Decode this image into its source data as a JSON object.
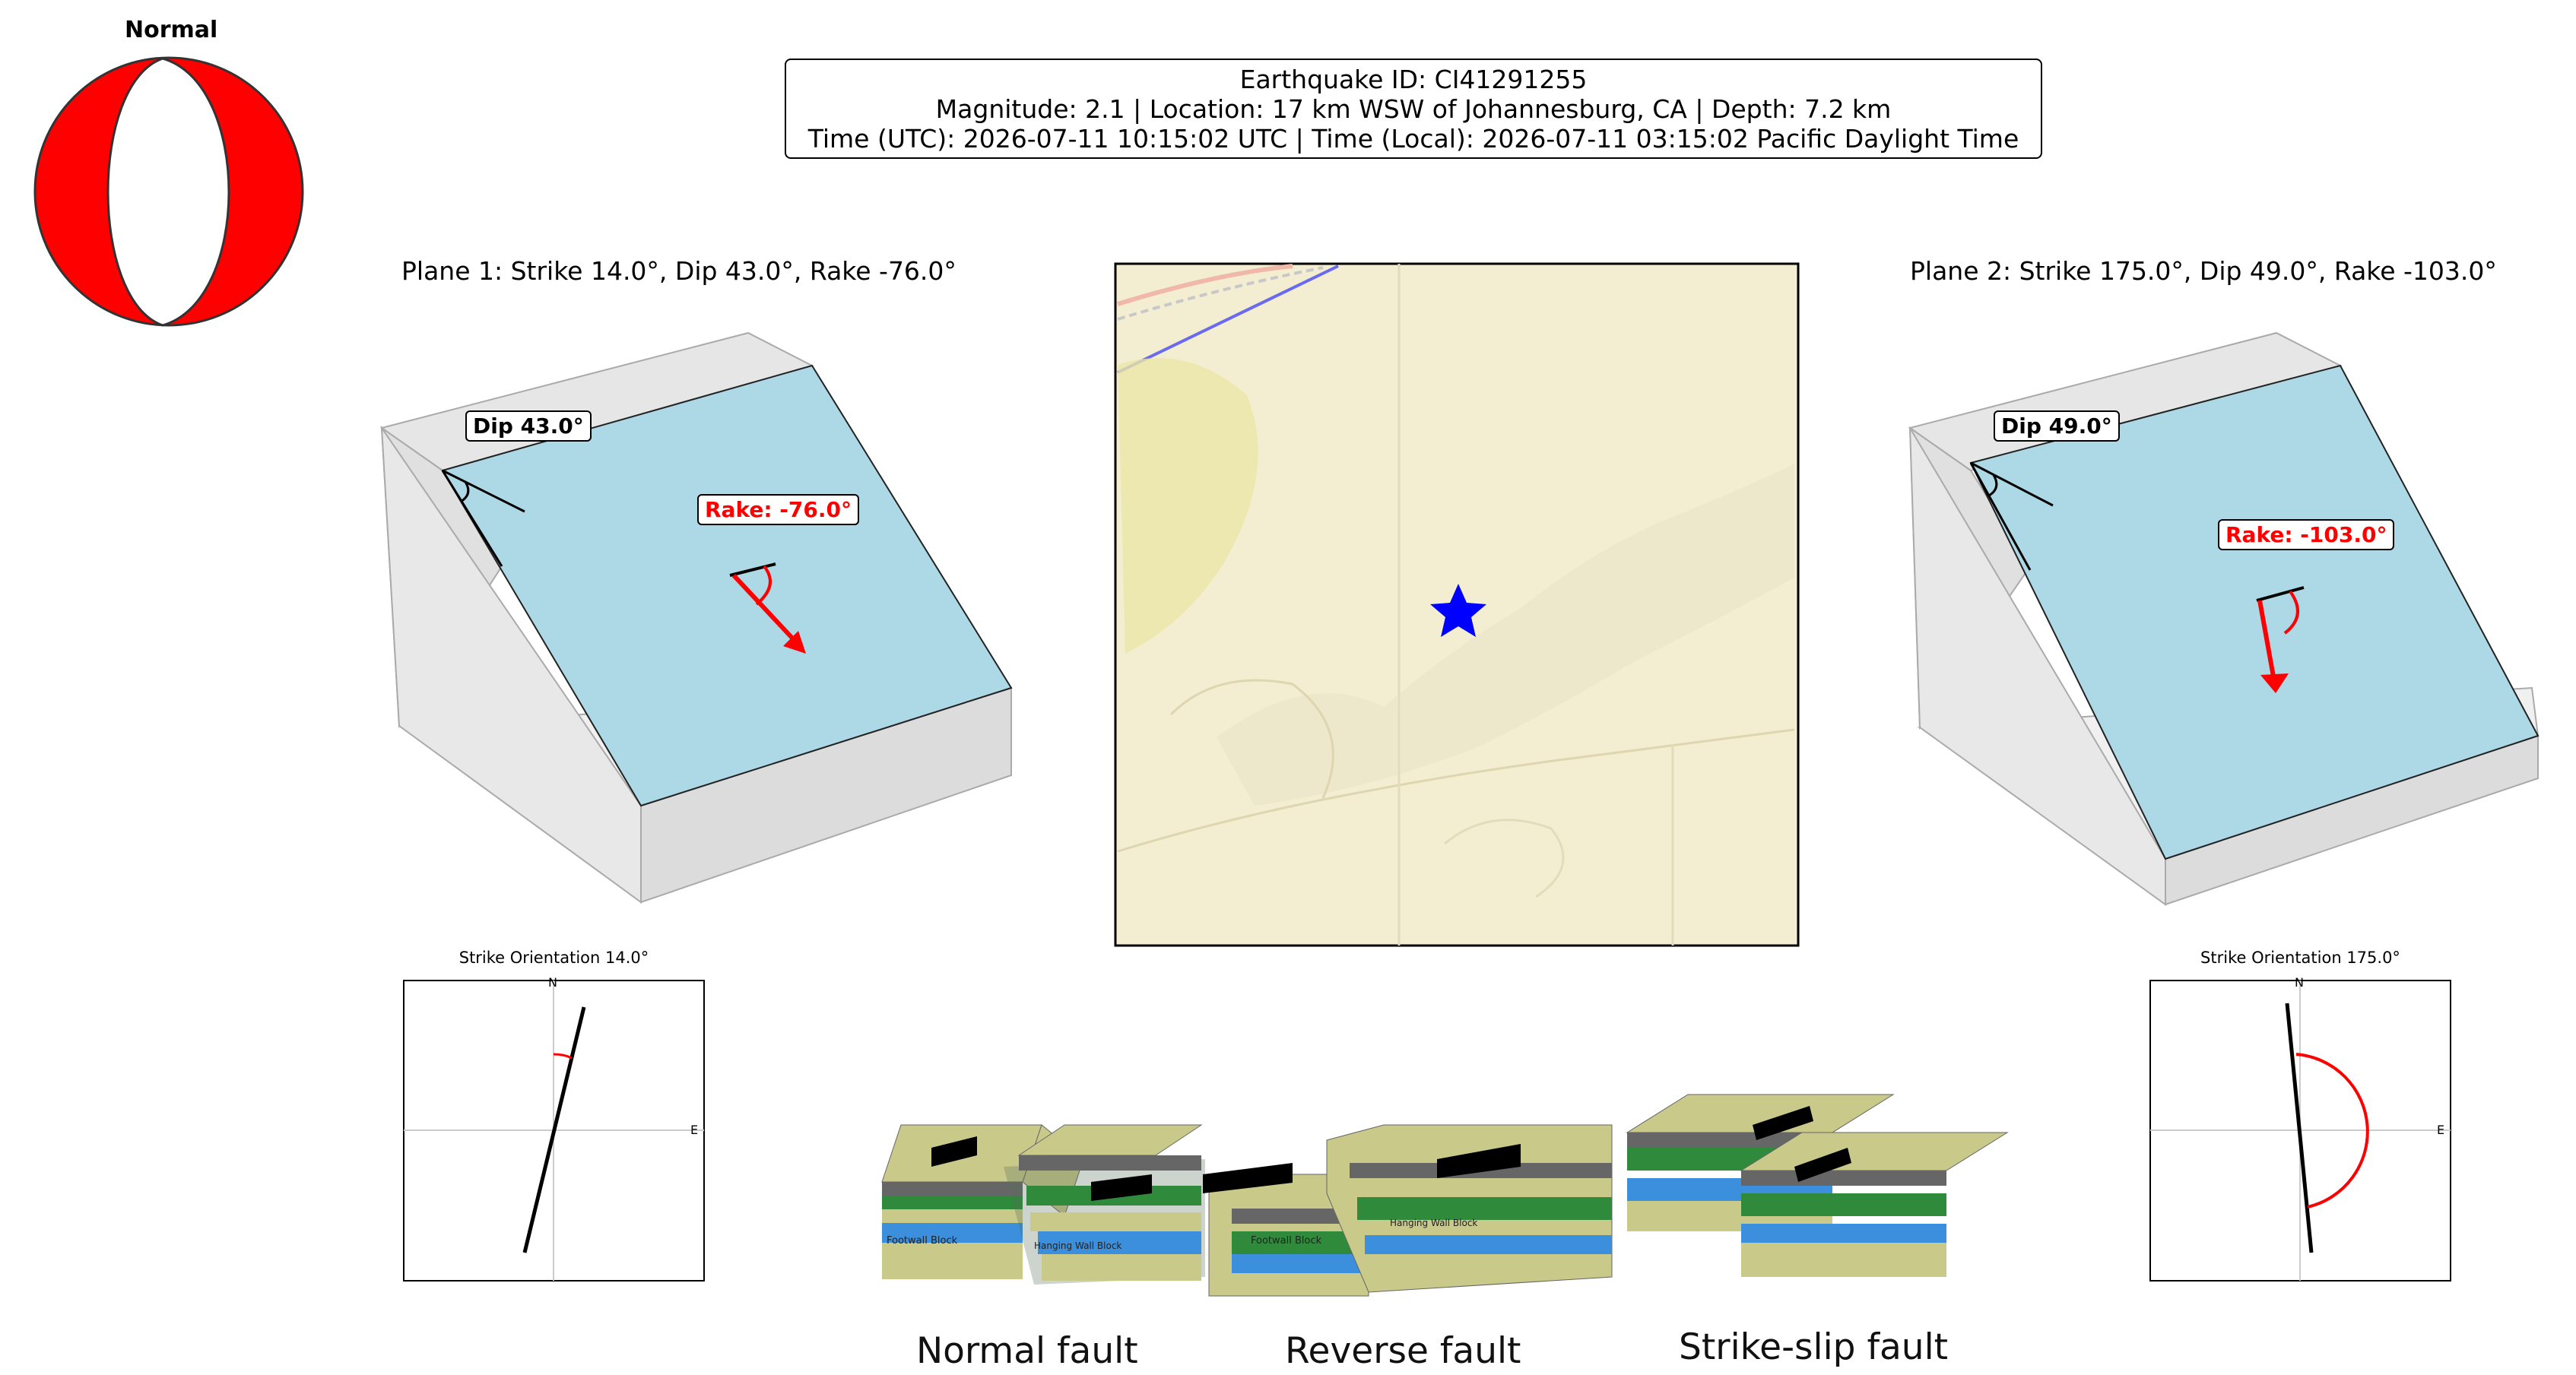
{
  "beachball": {
    "label": "Normal"
  },
  "info": {
    "line1": "Earthquake ID: CI41291255",
    "line2": "Magnitude: 2.1 | Location: 17 km WSW of Johannesburg, CA | Depth: 7.2 km",
    "line3": "Time (UTC): 2026-07-11 10:15:02 UTC | Time (Local): 2026-07-11 03:15:02 Pacific Daylight Time"
  },
  "plane1": {
    "title": "Plane 1: Strike 14.0°, Dip 43.0°, Rake -76.0°",
    "dip_label": "Dip 43.0°",
    "rake_label": "Rake: -76.0°",
    "strike": 14.0,
    "dip": 43.0,
    "rake": -76.0
  },
  "plane2": {
    "title": "Plane 2: Strike 175.0°, Dip 49.0°, Rake -103.0°",
    "dip_label": "Dip 49.0°",
    "rake_label": "Rake: -103.0°",
    "strike": 175.0,
    "dip": 49.0,
    "rake": -103.0
  },
  "compass1": {
    "title": "Strike Orientation 14.0°",
    "north": "N",
    "east": "E",
    "strike": 14.0
  },
  "compass2": {
    "title": "Strike Orientation 175.0°",
    "north": "N",
    "east": "E",
    "strike": 175.0
  },
  "map": {
    "marker": "epicenter-star",
    "marker_color": "#0000ff"
  },
  "fault_types": {
    "normal": "Normal fault",
    "reverse": "Reverse fault",
    "strike_slip": "Strike-slip fault",
    "footwall": "Footwall Block",
    "hanging": "Hanging Wall Block"
  },
  "colors": {
    "plane": "#add8e6",
    "rake": "#ff0000",
    "beachball": "#ff0000",
    "marker": "#0000ff"
  }
}
